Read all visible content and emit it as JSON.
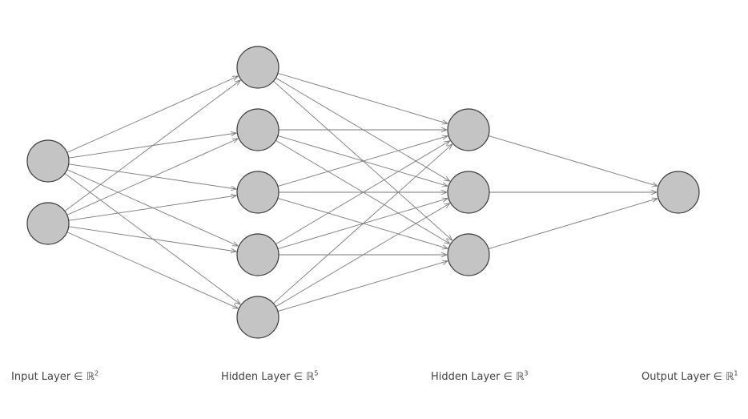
{
  "network": {
    "node_color": "#c4c4c4",
    "edge_color": "#7a7a7a",
    "node_border_color": "#3a3a3a",
    "connectivity": "fully-connected",
    "layers": [
      {
        "label": "Input Layer ∈ ℝ",
        "dim": "2",
        "nodes": 2
      },
      {
        "label": "Hidden Layer ∈ ℝ",
        "dim": "5",
        "nodes": 5
      },
      {
        "label": "Hidden Layer ∈ ℝ",
        "dim": "3",
        "nodes": 3
      },
      {
        "label": "Output Layer ∈ ℝ",
        "dim": "1",
        "nodes": 1
      }
    ]
  }
}
